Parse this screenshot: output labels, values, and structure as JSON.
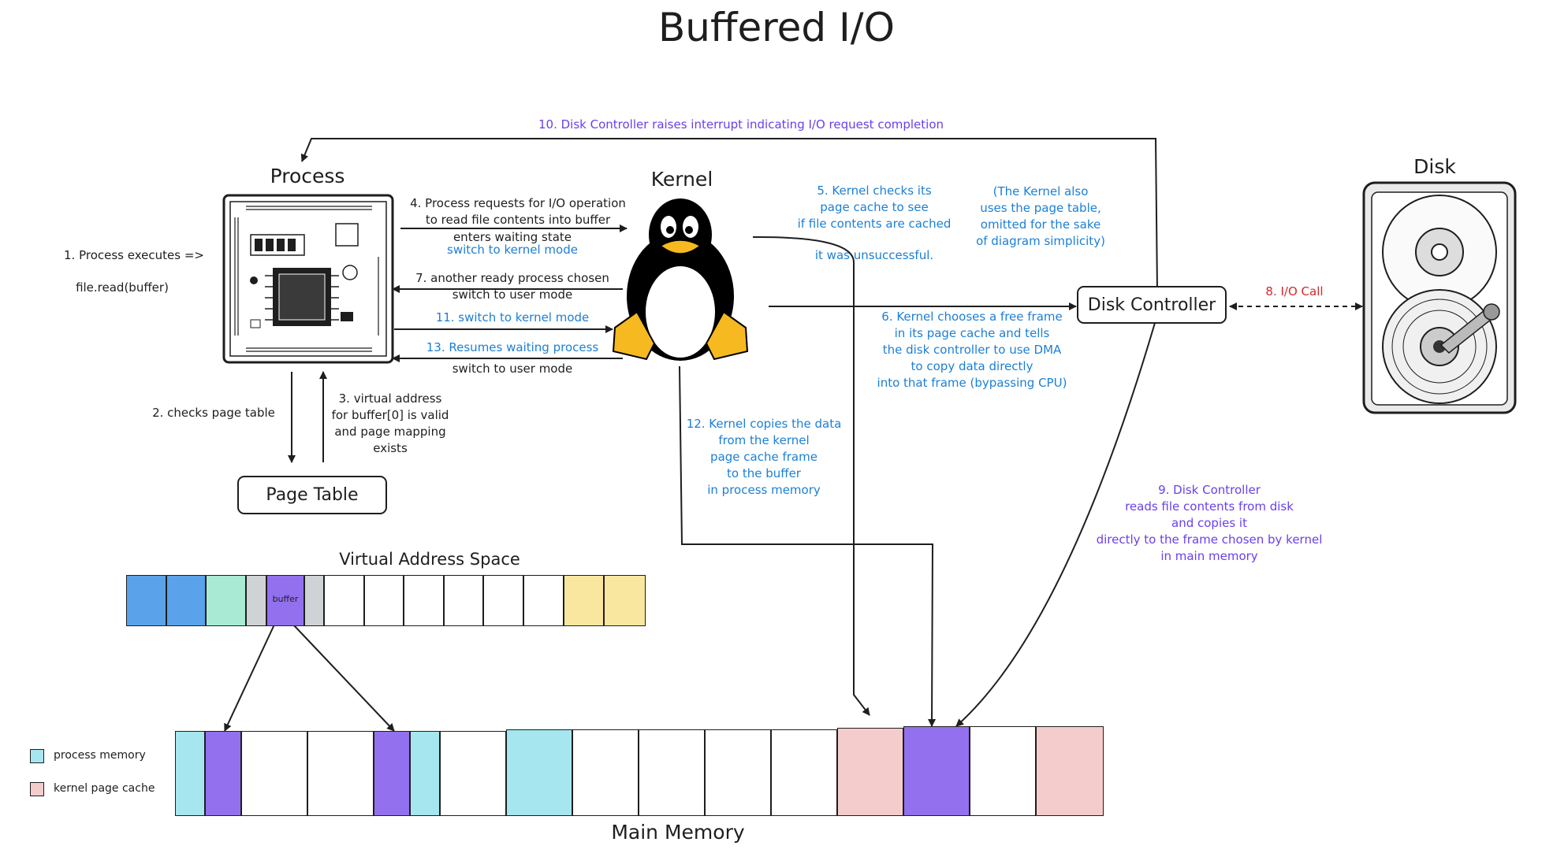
{
  "title": "Buffered I/O",
  "entities": {
    "process": "Process",
    "kernel": "Kernel",
    "disk": "Disk",
    "disk_controller": "Disk Controller",
    "page_table": "Page Table",
    "virtual_address_space": "Virtual Address Space",
    "main_memory": "Main Memory",
    "buffer_label": "buffer"
  },
  "steps": {
    "s1a": "1. Process executes =>",
    "s1b": "file.read(buffer)",
    "s2": "2. checks page table",
    "s3": "3. virtual address\nfor buffer[0] is valid\nand page mapping\nexists",
    "s4": "4. Process requests for I/O operation\nto read file contents into buffer",
    "s4b": "enters waiting state",
    "s4c": "switch to kernel mode",
    "s5": "5. Kernel checks its\npage cache to see\nif file contents are cached",
    "s5b": "it was unsuccessful.",
    "note": "(The Kernel also\nuses the page table,\nomitted for the sake\nof diagram simplicity)",
    "s6": "6. Kernel chooses a free frame\nin its page cache and tells\nthe disk controller to use DMA\nto copy data directly\ninto that frame (bypassing CPU)",
    "s7": "7. another ready process chosen",
    "s7b": "switch to user mode",
    "s8": "8. I/O Call",
    "s9": "9. Disk Controller\nreads file contents from disk\nand copies it\ndirectly to the frame chosen by kernel\nin main memory",
    "s10": "10. Disk Controller raises interrupt indicating I/O request completion",
    "s11": "11. switch to kernel mode",
    "s12": "12. Kernel copies the data\nfrom the kernel\npage cache frame\nto the buffer\nin process memory",
    "s13": "13. Resumes waiting process",
    "s13b": "switch to user mode"
  },
  "legend": [
    {
      "label": "process memory",
      "color": "#a5e6ef"
    },
    {
      "label": "kernel page cache",
      "color": "#f5cccc"
    }
  ],
  "colors": {
    "dark": "#1e1e1e",
    "blue": "#1c7fd6",
    "purple": "#6a3ff0",
    "red": "#d62828",
    "mem_blue": "#5aa2ea",
    "mem_green": "#a9ead5",
    "mem_gray": "#d0d3d6",
    "mem_purple": "#9370ee",
    "mem_yellow": "#f9e79f",
    "process_mem": "#a5e6ef",
    "kernel_cache": "#f5cccc"
  },
  "icons": {
    "process": "cpu-chip-icon",
    "kernel": "linux-penguin-icon",
    "disk": "hard-disk-icon"
  }
}
